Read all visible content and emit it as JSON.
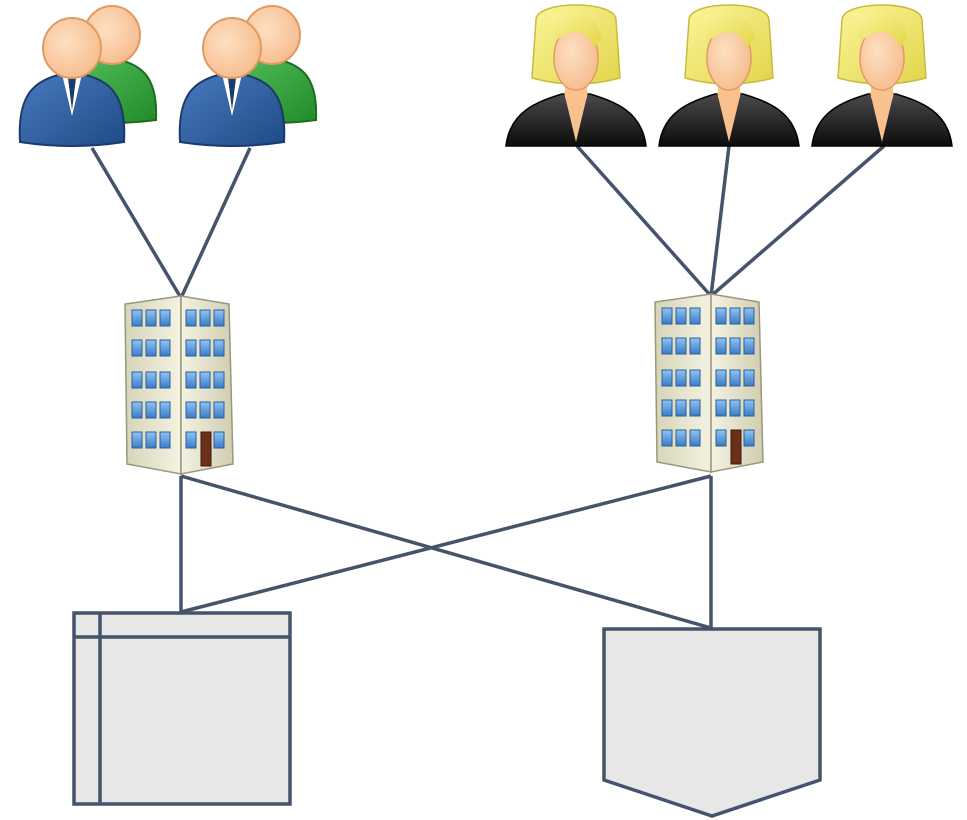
{
  "diagram": {
    "colors": {
      "background": "#ffffff",
      "connector": "#45536b",
      "shape_fill": "#e7e7e7",
      "shape_stroke": "#45536b",
      "male_suit_blue": "#2d5b9a",
      "male_suit_green": "#2f9a35",
      "skin": "#fbc99b",
      "female_hair": "#f3ec6b",
      "female_jacket": "#1d1d1d",
      "building_facade": "#ecebd6",
      "building_window": "#5a9be0"
    },
    "nodes": [
      {
        "id": "user-group-1",
        "kind": "users",
        "icon": "male-users-icon",
        "count": 2
      },
      {
        "id": "user-group-2",
        "kind": "users",
        "icon": "female-users-icon",
        "count": 3
      },
      {
        "id": "site-1",
        "kind": "building",
        "icon": "office-building-icon"
      },
      {
        "id": "site-2",
        "kind": "building",
        "icon": "office-building-icon"
      },
      {
        "id": "store-1",
        "kind": "internal-storage",
        "icon": "internal-storage-shape"
      },
      {
        "id": "store-2",
        "kind": "off-page-connector",
        "icon": "off-page-connector-shape"
      }
    ],
    "edges": [
      {
        "from": "user-group-1",
        "to": "site-1"
      },
      {
        "from": "user-group-2",
        "to": "site-2"
      },
      {
        "from": "site-1",
        "to": "store-1"
      },
      {
        "from": "site-1",
        "to": "store-2"
      },
      {
        "from": "site-2",
        "to": "store-1"
      },
      {
        "from": "site-2",
        "to": "store-2"
      }
    ]
  }
}
